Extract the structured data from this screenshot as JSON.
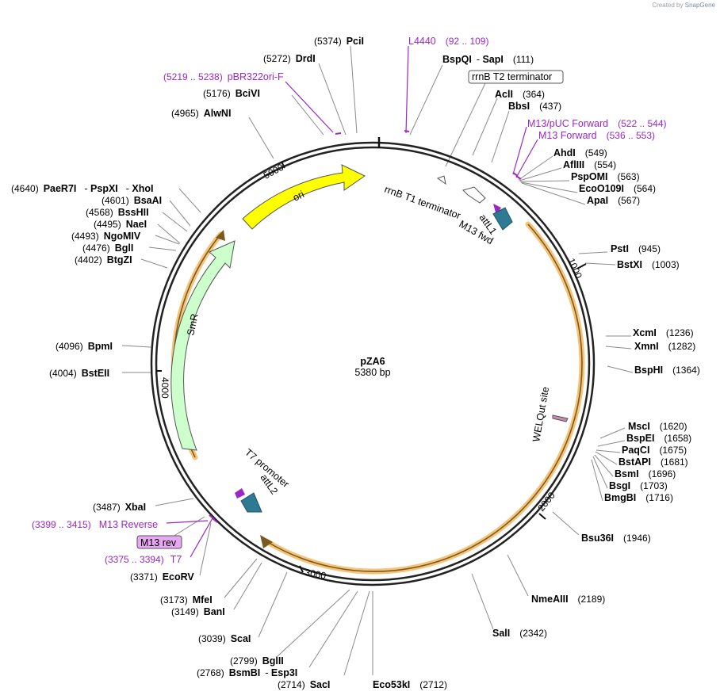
{
  "credit": {
    "prefix": "Created by",
    "brand": "SnapGene"
  },
  "plasmid": {
    "name": "pZA6",
    "size": "5380 bp"
  },
  "ring_ticks": [
    "1000",
    "2000",
    "3000",
    "4000",
    "5000"
  ],
  "features": {
    "ori": "ori",
    "smr": "SmR",
    "rrnb_t1": "rrnB T1 terminator",
    "m13_fwd": "M13 fwd",
    "attl1": "attL1",
    "welqut": "WELQut site",
    "t7_promoter": "T7 promoter",
    "attl2": "attL2"
  },
  "labels": {
    "pcii": {
      "name": "PciI",
      "pos": "(5374)"
    },
    "drdi": {
      "name": "DrdI",
      "pos": "(5272)"
    },
    "pbr322": {
      "name": "pBR322ori-F",
      "pos": "(5219 .. 5238)"
    },
    "bcivi": {
      "name": "BciVI",
      "pos": "(5176)"
    },
    "alwni": {
      "name": "AlwNI",
      "pos": "(4965)"
    },
    "l4440": {
      "name": "L4440",
      "pos": "(92 .. 109)"
    },
    "bspqi": {
      "name": "BspQI",
      "sep": "- ",
      "name2": "SapI",
      "pos": "(111)"
    },
    "rrnb_t2": {
      "name": "rrnB T2 terminator"
    },
    "acii": {
      "name": "AclI",
      "pos": "(364)"
    },
    "bbsi": {
      "name": "BbsI",
      "pos": "(437)"
    },
    "m13puc": {
      "name": "M13/pUC Forward",
      "pos": "(522 .. 544)"
    },
    "m13fwd": {
      "name": "M13 Forward",
      "pos": "(536 .. 553)"
    },
    "ahdi": {
      "name": "AhdI",
      "pos": "(549)"
    },
    "aflii": {
      "name": "AflIII",
      "pos": "(554)"
    },
    "pspomi": {
      "name": "PspOMI",
      "pos": "(563)"
    },
    "ecoo109i": {
      "name": "EcoO109I",
      "pos": "(564)"
    },
    "apai": {
      "name": "ApaI",
      "pos": "(567)"
    },
    "psti": {
      "name": "PstI",
      "pos": "(945)"
    },
    "bstxi": {
      "name": "BstXI",
      "pos": "(1003)"
    },
    "xcmi": {
      "name": "XcmI",
      "pos": "(1236)"
    },
    "xmni": {
      "name": "XmnI",
      "pos": "(1282)"
    },
    "bsphi": {
      "name": "BspHI",
      "pos": "(1364)"
    },
    "msci": {
      "name": "MscI",
      "pos": "(1620)"
    },
    "bspei": {
      "name": "BspEI",
      "pos": "(1658)"
    },
    "paqci": {
      "name": "PaqCI",
      "pos": "(1675)"
    },
    "bstapi": {
      "name": "BstAPI",
      "pos": "(1681)"
    },
    "bsmi": {
      "name": "BsmI",
      "pos": "(1696)"
    },
    "bsgi": {
      "name": "BsgI",
      "pos": "(1703)"
    },
    "bmgbi": {
      "name": "BmgBI",
      "pos": "(1716)"
    },
    "bsu36i": {
      "name": "Bsu36I",
      "pos": "(1946)"
    },
    "nmeaiii": {
      "name": "NmeAIII",
      "pos": "(2189)"
    },
    "sali": {
      "name": "SalI",
      "pos": "(2342)"
    },
    "eco53ki": {
      "name": "Eco53kI",
      "pos": "(2712)"
    },
    "saci": {
      "name": "SacI",
      "pos": "(2714)"
    },
    "bsmbi": {
      "name": "BsmBI",
      "sep": "- ",
      "name2": "Esp3I",
      "pos": "(2768)"
    },
    "bglii": {
      "name": "BglII",
      "pos": "(2799)"
    },
    "scai": {
      "name": "ScaI",
      "pos": "(3039)"
    },
    "bani": {
      "name": "BanI",
      "pos": "(3149)"
    },
    "mfei": {
      "name": "MfeI",
      "pos": "(3173)"
    },
    "ecorv": {
      "name": "EcoRV",
      "pos": "(3371)"
    },
    "t7": {
      "name": "T7",
      "pos": "(3375 .. 3394)"
    },
    "m13rev_box": {
      "name": "M13 rev"
    },
    "m13reverse": {
      "name": "M13 Reverse",
      "pos": "(3399 .. 3415)"
    },
    "xbai": {
      "name": "XbaI",
      "pos": "(3487)"
    },
    "bsteii": {
      "name": "BstEII",
      "pos": "(4004)"
    },
    "bpmi": {
      "name": "BpmI",
      "pos": "(4096)"
    },
    "btgzi": {
      "name": "BtgZI",
      "pos": "(4402)"
    },
    "bgli": {
      "name": "BglI",
      "pos": "(4476)"
    },
    "ngomiv": {
      "name": "NgoMIV",
      "pos": "(4493)"
    },
    "naei": {
      "name": "NaeI",
      "pos": "(4495)"
    },
    "bsshii": {
      "name": "BssHII",
      "pos": "(4568)"
    },
    "bsaai": {
      "name": "BsaAI",
      "pos": "(4601)"
    },
    "paer7i": {
      "name": "PaeR7I",
      "sep": "- ",
      "name2": "PspXI",
      "sep2": "- ",
      "name3": "XhoI",
      "pos": "(4640)"
    }
  },
  "colors": {
    "ori": "#ffff00",
    "smr": "#ccffcc",
    "att": "#2f7a93",
    "primer": "#9b27c4",
    "orf_band": "#f5c47a"
  }
}
